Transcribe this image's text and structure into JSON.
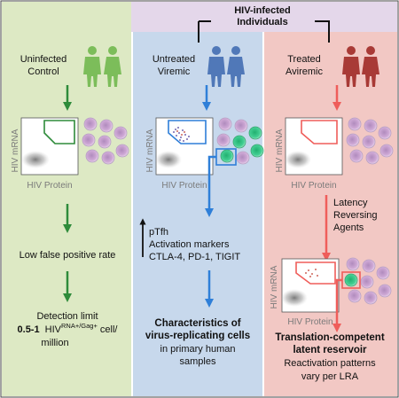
{
  "header": {
    "line1": "HIV-infected",
    "line2": "Individuals"
  },
  "columns": [
    {
      "title1": "Uninfected",
      "title2": "Control",
      "step1": "Low false positive rate",
      "result": {
        "line1": "Detection limit",
        "range": "0.5-1",
        "hiv": "HIV",
        "sup": "RNA+/Gag+",
        "suffix": " cell/",
        "line3": "million"
      }
    },
    {
      "title1": "Untreated",
      "title2": "Viremic",
      "markers": [
        "pTfh",
        "Activation markers",
        "CTLA-4, PD-1, TIGIT"
      ],
      "result": {
        "line1": "Characteristics of",
        "line2": "virus-replicating cells",
        "line3": "in primary human",
        "line4": "samples"
      }
    },
    {
      "title1": "Treated",
      "title2": "Aviremic",
      "lra": [
        "Latency",
        "Reversing",
        "Agents"
      ],
      "result": {
        "line1": "Translation-competent",
        "line2": "latent reservoir",
        "line3": "Reactivation patterns",
        "line4": "vary per LRA"
      }
    }
  ],
  "axes": {
    "y": "HIV mRNA",
    "x": "HIV Protein"
  },
  "colors": {
    "green_bg": "#dde9c4",
    "blue_bg": "#c7d8ec",
    "red_bg": "#f2c8c4",
    "header_bg": "#e4d7ea",
    "green": "#2e8b3a",
    "blue": "#2f7fd8",
    "red": "#ef5d5a",
    "cell": "#c9a6d0",
    "cell_green": "#3cc98a"
  }
}
